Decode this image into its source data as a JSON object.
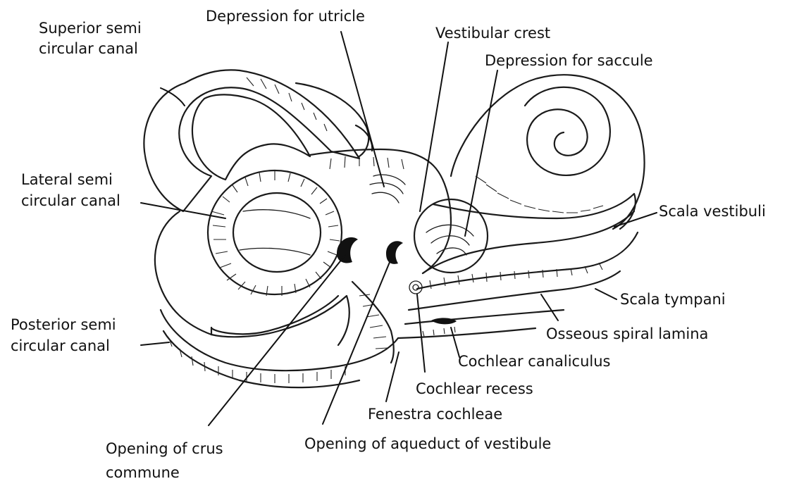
{
  "labels": {
    "superior_1": "Superior semi",
    "superior_2": "circular canal",
    "utricle": "Depression for utricle",
    "vestibular_crest": "Vestibular crest",
    "saccule": "Depression for saccule",
    "lateral_1": "Lateral semi",
    "lateral_2": "circular canal",
    "scala_vestibuli": "Scala vestibuli",
    "scala_tympani": "Scala tympani",
    "osseous": "Osseous spiral lamina",
    "posterior_1": "Posterior semi",
    "posterior_2": "circular canal",
    "cochlear_canaliculus": "Cochlear canaliculus",
    "cochlear_recess": "Cochlear recess",
    "fenestra": "Fenestra cochleae",
    "crus_1": "Opening of crus",
    "crus_2": "commune",
    "aqueduct": "Opening of aqueduct of vestibule"
  }
}
